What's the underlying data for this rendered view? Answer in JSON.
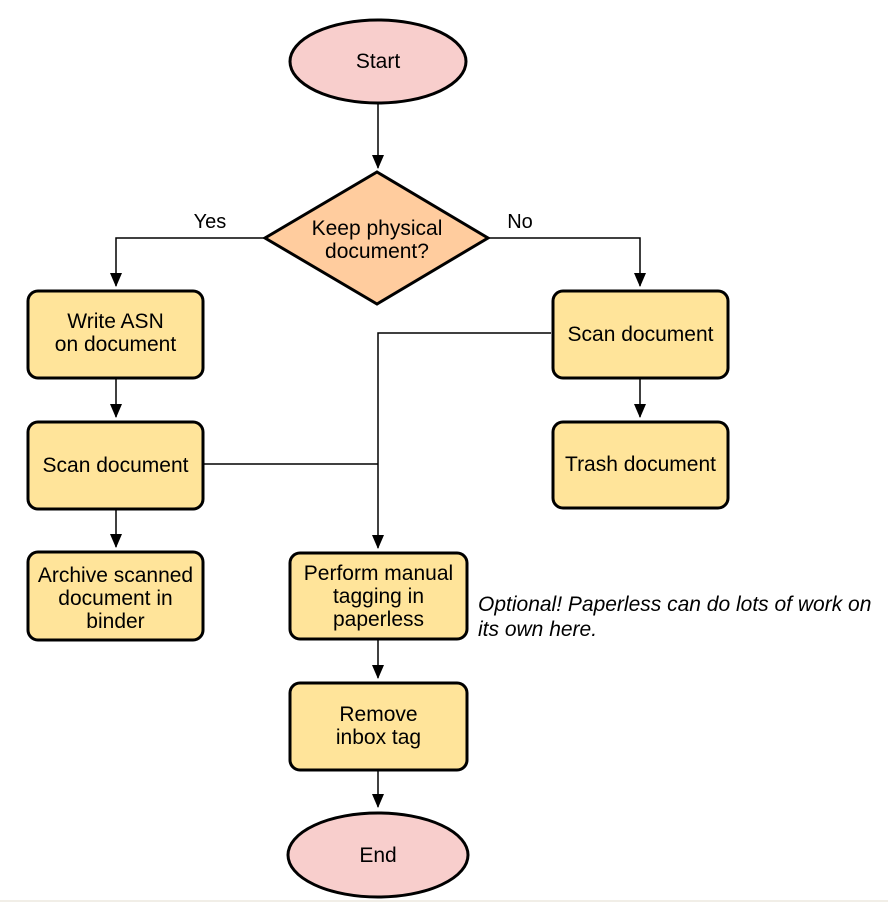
{
  "diagram": {
    "type": "flowchart",
    "colors": {
      "terminator_fill": "#f8cecc",
      "decision_fill": "#ffcc9e",
      "process_fill": "#ffe49a",
      "stroke": "#000000",
      "page_divider": "#f1eee7"
    },
    "nodes": {
      "start": {
        "label": "Start"
      },
      "decision": {
        "lines": [
          "Keep physical",
          "document?"
        ]
      },
      "write_asn": {
        "lines": [
          "Write ASN",
          "on document"
        ]
      },
      "scan_left": {
        "label": "Scan document"
      },
      "archive": {
        "lines": [
          "Archive scanned",
          "document in",
          "binder"
        ]
      },
      "scan_right": {
        "label": "Scan document"
      },
      "trash": {
        "label": "Trash document"
      },
      "tagging": {
        "lines": [
          "Perform manual",
          "tagging in",
          "paperless"
        ]
      },
      "remove_inbox": {
        "lines": [
          "Remove",
          "inbox tag"
        ]
      },
      "end": {
        "label": "End"
      }
    },
    "edge_labels": {
      "yes": "Yes",
      "no": "No"
    },
    "note": {
      "lines": [
        "Optional! Paperless can do lots of work on",
        "its own here."
      ]
    }
  }
}
